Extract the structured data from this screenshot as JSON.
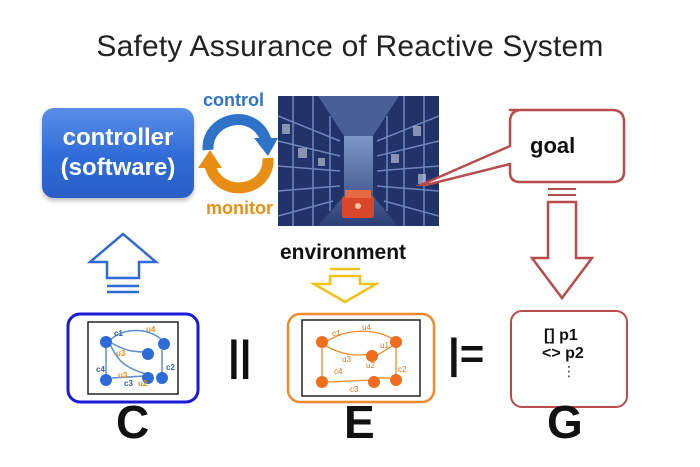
{
  "title": "Safety Assurance of Reactive System",
  "controller": {
    "line1": "controller",
    "line2": "(software)"
  },
  "loop": {
    "control_label": "control",
    "monitor_label": "monitor"
  },
  "environment_label": "environment",
  "goal_label": "goal",
  "controller_model": {
    "nodes": [
      "c1",
      "c2",
      "c3",
      "c4"
    ],
    "edges": [
      "u2",
      "u3",
      "u4",
      "u3"
    ]
  },
  "environment_model": {
    "nodes": [
      "c1",
      "c2",
      "c3",
      "c4"
    ],
    "edges": [
      "u1",
      "u2",
      "u3",
      "u4"
    ]
  },
  "parallel_op": "||",
  "satisfies_op": "|=",
  "goal_spec": {
    "line1": "[] p1",
    "line2": "<> p2",
    "ellipsis": "⋮"
  },
  "letters": {
    "c": "C",
    "e": "E",
    "g": "G"
  },
  "colors": {
    "controller_blue": "#2f6bd8",
    "control_arrow": "#2f73c9",
    "monitor_arrow": "#e98e14",
    "goal_red": "#b84b4b",
    "env_orange": "#f08a2a",
    "frame_blue": "#1a1ad8"
  }
}
